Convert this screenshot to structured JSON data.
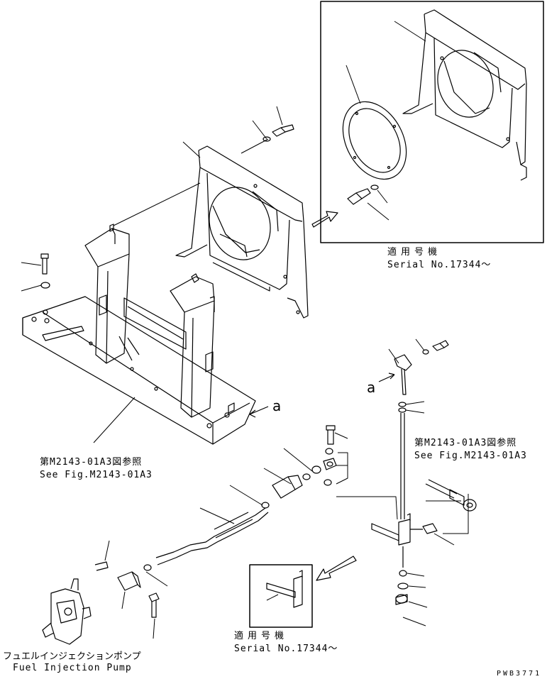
{
  "inset_top": {
    "applicable_jp": "適用号機",
    "serial": "Serial No.17344〜"
  },
  "inset_bottom": {
    "applicable_jp": "適用号機",
    "serial": "Serial No.17344〜"
  },
  "ref_left": {
    "jp": "第M2143-01A3図参照",
    "en": "See Fig.M2143-01A3"
  },
  "ref_right": {
    "jp": "第M2143-01A3図参照",
    "en": "See Fig.M2143-01A3"
  },
  "pump": {
    "jp": "フュエルインジェクションポンプ",
    "en": "Fuel Injection Pump"
  },
  "ref_marker_a": "a",
  "drawing_code": "PWB3771"
}
